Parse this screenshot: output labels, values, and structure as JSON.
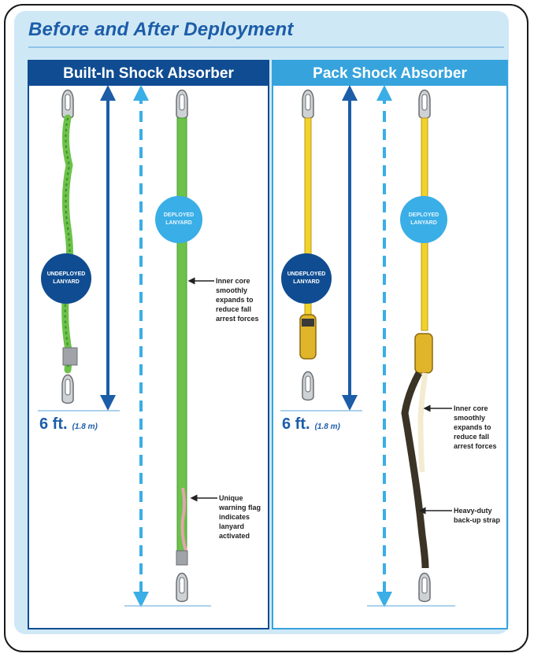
{
  "title": "Before and After Deployment",
  "panels": [
    {
      "header": "Built-In Shock Absorber",
      "undeployed_badge": "UNDEPLOYED LANYARD",
      "deployed_badge": "DEPLOYED LANYARD",
      "measure_main": "6 ft.",
      "measure_metric": "(1.8 m)",
      "notes": [
        "Inner core smoothly expands to reduce fall arrest forces",
        "Unique warning flag indicates lanyard activated"
      ]
    },
    {
      "header": "Pack Shock Absorber",
      "undeployed_badge": "UNDEPLOYED LANYARD",
      "deployed_badge": "DEPLOYED LANYARD",
      "measure_main": "6 ft.",
      "measure_metric": "(1.8 m)",
      "notes": [
        "Inner core smoothly expands to reduce fall arrest forces",
        "Heavy-duty back-up strap"
      ]
    }
  ],
  "colors": {
    "title": "#1c5da8",
    "left_header": "#0f4c92",
    "right_header": "#36a3dd",
    "green_lanyard": "#6cc24a",
    "yellow_lanyard": "#f2d22a",
    "arrow_dark": "#1c5da8",
    "arrow_light": "#3aaee6"
  },
  "icons": [
    "snap-hook-icon",
    "double-arrow-icon",
    "dashed-arrow-icon",
    "pointer-arrow-icon"
  ]
}
